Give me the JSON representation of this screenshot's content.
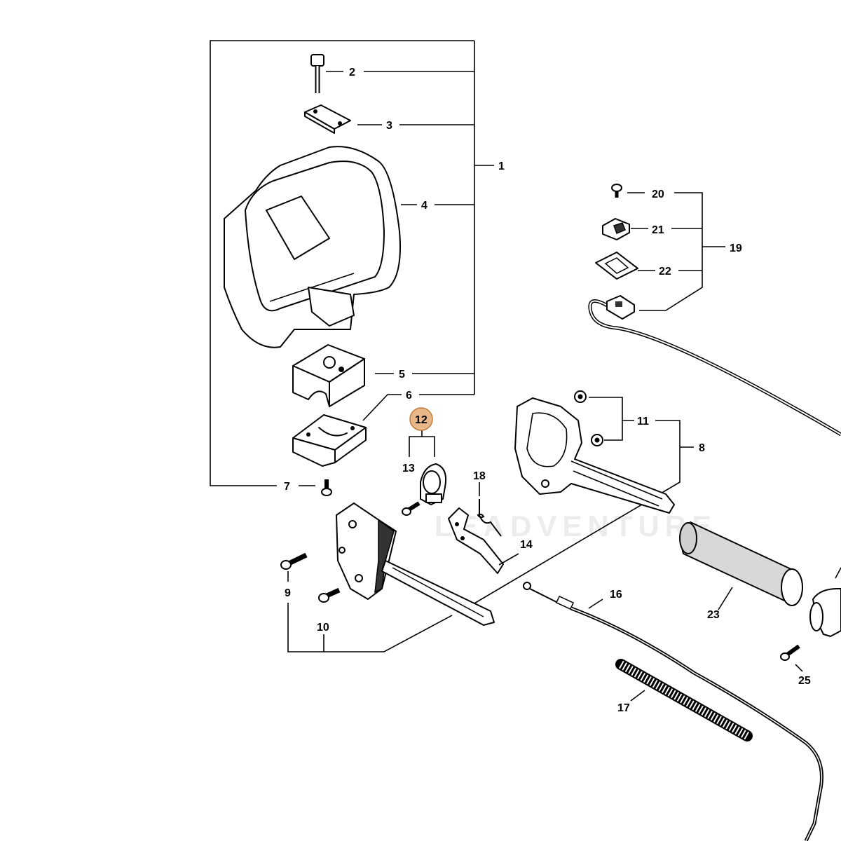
{
  "watermark": "LEADVENTURE",
  "highlight_color": "#e8b88a",
  "highlight_stroke": "#c07a3a",
  "callouts": {
    "c1": "1",
    "c2": "2",
    "c3": "3",
    "c4": "4",
    "c5": "5",
    "c6": "6",
    "c7": "7",
    "c8": "8",
    "c9": "9",
    "c10": "10",
    "c11": "11",
    "c12": "12",
    "c13": "13",
    "c14": "14",
    "c16": "16",
    "c17": "17",
    "c18": "18",
    "c19": "19",
    "c20": "20",
    "c21": "21",
    "c22": "22",
    "c23": "23",
    "c25": "25"
  }
}
